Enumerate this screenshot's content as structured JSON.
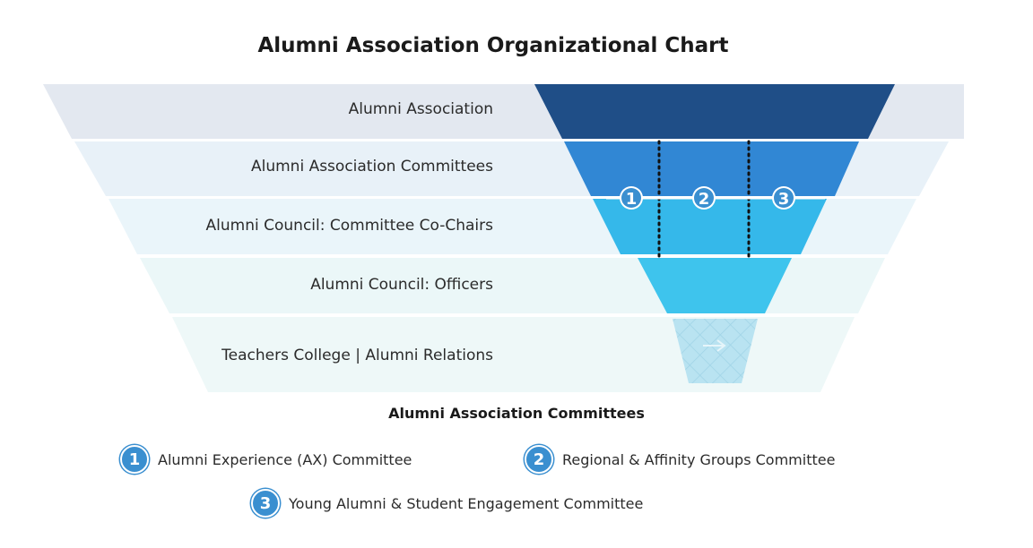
{
  "title": "Alumni Association Organizational Chart",
  "tiers": [
    {
      "label": "Alumni Association",
      "color": "#1f4e87"
    },
    {
      "label": "Alumni Association Committees",
      "color": "#3187d4"
    },
    {
      "label": "Alumni Council: Committee Co-Chairs",
      "color": "#35b8ea"
    },
    {
      "label": "Alumni Council: Officers",
      "color": "#3ec4ed"
    },
    {
      "label": "Teachers College | Alumni Relations",
      "color": "#b9e3f1"
    }
  ],
  "tier_background_colors": [
    "#e3e8f0",
    "#e8f1f8",
    "#eaf5fa",
    "#ebf7f8",
    "#eef8f8"
  ],
  "markers": [
    {
      "number": "1"
    },
    {
      "number": "2"
    },
    {
      "number": "3"
    }
  ],
  "legend": {
    "heading": "Alumni Association Committees",
    "items": [
      {
        "number": "1",
        "label": "Alumni Experience (AX) Committee"
      },
      {
        "number": "2",
        "label": "Regional & Affinity Groups Committee"
      },
      {
        "number": "3",
        "label": "Young Alumni & Student Engagement Committee"
      }
    ]
  },
  "badge_color": "#3a8fd0"
}
